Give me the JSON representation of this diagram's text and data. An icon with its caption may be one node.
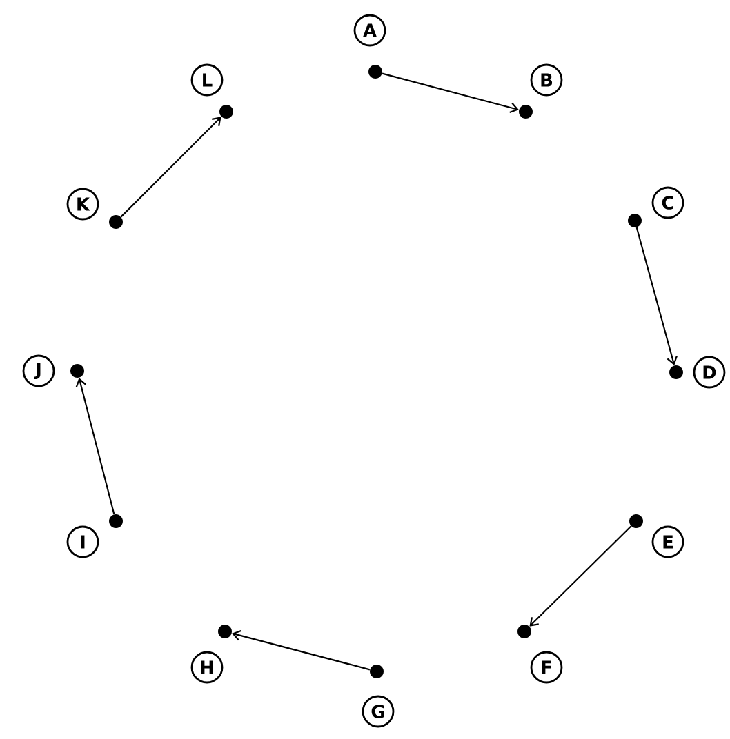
{
  "diagram": {
    "nodes": [
      {
        "text": [],
        "shape": "circle",
        "beside": [
          "A"
        ]
      },
      {
        "text": [],
        "shape": "circle",
        "beside": [
          "B"
        ]
      },
      {
        "text": [],
        "shape": "circle",
        "beside": [
          "C"
        ]
      },
      {
        "text": [],
        "shape": "circle",
        "beside": [
          "D"
        ]
      },
      {
        "text": [],
        "shape": "circle",
        "beside": [
          "E"
        ]
      },
      {
        "text": [],
        "shape": "circle",
        "beside": [
          "F"
        ]
      },
      {
        "text": [],
        "shape": "circle",
        "beside": [
          "G"
        ]
      },
      {
        "text": [],
        "shape": "circle",
        "beside": [
          "H"
        ]
      },
      {
        "text": [],
        "shape": "circle",
        "beside": [
          "I"
        ]
      },
      {
        "text": [],
        "shape": "circle",
        "beside": [
          "J"
        ]
      },
      {
        "text": [],
        "shape": "circle",
        "beside": [
          "K"
        ]
      },
      {
        "text": [],
        "shape": "circle",
        "beside": [
          "L"
        ]
      }
    ],
    "edges": [
      {
        "from": 0,
        "to": 1,
        "arrow": "to"
      },
      {
        "from": 2,
        "to": 3,
        "arrow": "to"
      },
      {
        "from": 4,
        "to": 5,
        "arrow": "to"
      },
      {
        "from": 6,
        "to": 7,
        "arrow": "to"
      },
      {
        "from": 8,
        "to": 9,
        "arrow": "to"
      },
      {
        "from": 10,
        "to": 11,
        "arrow": "to"
      }
    ]
  }
}
